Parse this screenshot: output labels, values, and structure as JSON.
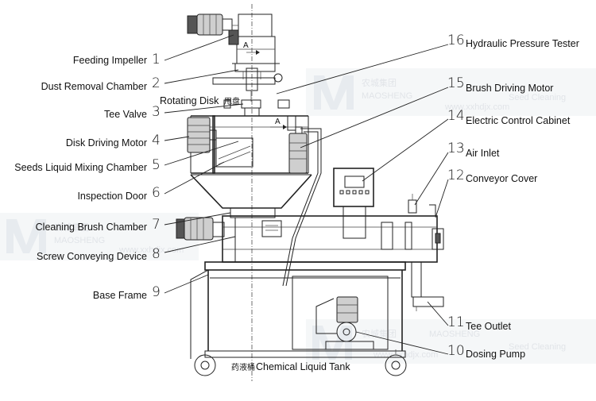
{
  "labels_left": [
    {
      "num": "1",
      "text": "Feeding Impeller"
    },
    {
      "num": "2",
      "text": "Dust Removal Chamber"
    },
    {
      "num": "3",
      "text": "Tee Valve"
    },
    {
      "num": "4",
      "text": "Disk Driving Motor"
    },
    {
      "num": "5",
      "text": "Seeds Liquid Mixing Chamber"
    },
    {
      "num": "6",
      "text": "Inspection Door"
    },
    {
      "num": "7",
      "text": "Cleaning Brush Chamber"
    },
    {
      "num": "8",
      "text": "Screw Conveying Device"
    },
    {
      "num": "9",
      "text": "Base Frame"
    }
  ],
  "labels_right": [
    {
      "num": "16",
      "text": "Hydraulic  Pressure Tester"
    },
    {
      "num": "15",
      "text": "Brush Driving Motor"
    },
    {
      "num": "14",
      "text": "Electric Control Cabinet"
    },
    {
      "num": "13",
      "text": "Air Inlet"
    },
    {
      "num": "12",
      "text": "Conveyor Cover"
    },
    {
      "num": "11",
      "text": "Tee Outlet"
    },
    {
      "num": "10",
      "text": "Dosing Pump"
    }
  ],
  "inline_labels": {
    "rotating_disk": "Rotating Disk",
    "rotating_disk_cn": "甩盘",
    "chemical_tank_cn": "药液桶",
    "chemical_tank": "Chemical Liquid Tank",
    "section_mark": "A"
  },
  "watermarks": {
    "brand_cn": "农城集团",
    "brand_en": "MAOSHENG",
    "tagline": "Seed Cleaning",
    "site": "www.xxhdjx.com"
  }
}
